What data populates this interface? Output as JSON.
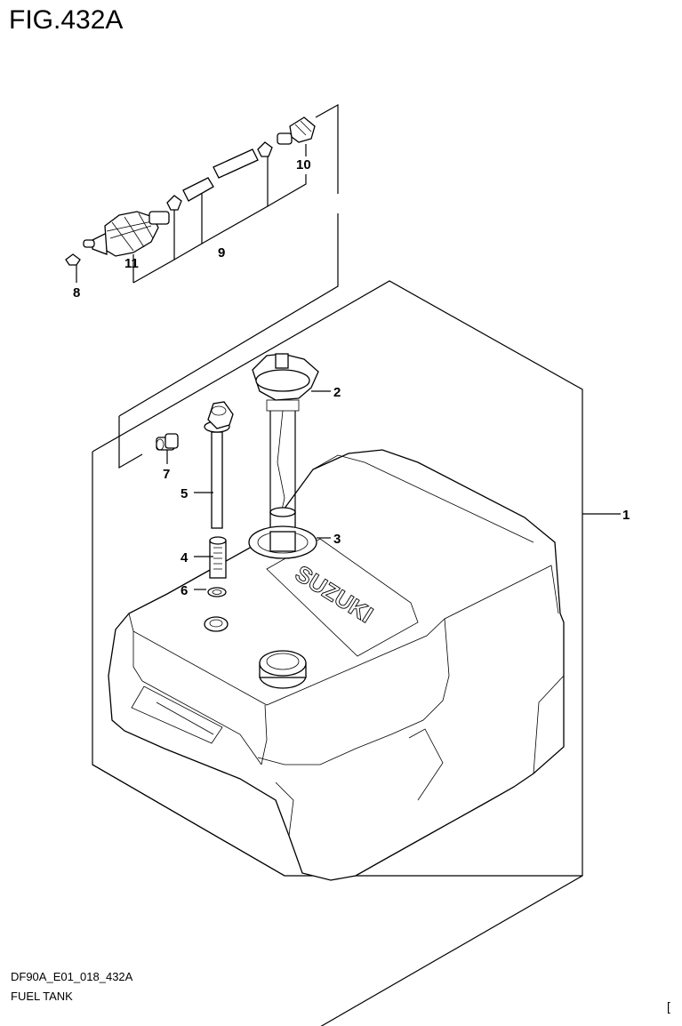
{
  "figure": {
    "title": "FIG.432A",
    "code": "DF90A_E01_018_432A",
    "name": "FUEL TANK",
    "page_mark": "["
  },
  "callouts": [
    {
      "id": "1",
      "text": "1"
    },
    {
      "id": "2",
      "text": "2"
    },
    {
      "id": "3",
      "text": "3"
    },
    {
      "id": "4",
      "text": "4"
    },
    {
      "id": "5",
      "text": "5"
    },
    {
      "id": "6",
      "text": "6"
    },
    {
      "id": "7",
      "text": "7"
    },
    {
      "id": "8",
      "text": "8"
    },
    {
      "id": "9",
      "text": "9"
    },
    {
      "id": "10",
      "text": "10"
    },
    {
      "id": "11",
      "text": "11"
    }
  ],
  "tank_emboss": "SUZUKI"
}
